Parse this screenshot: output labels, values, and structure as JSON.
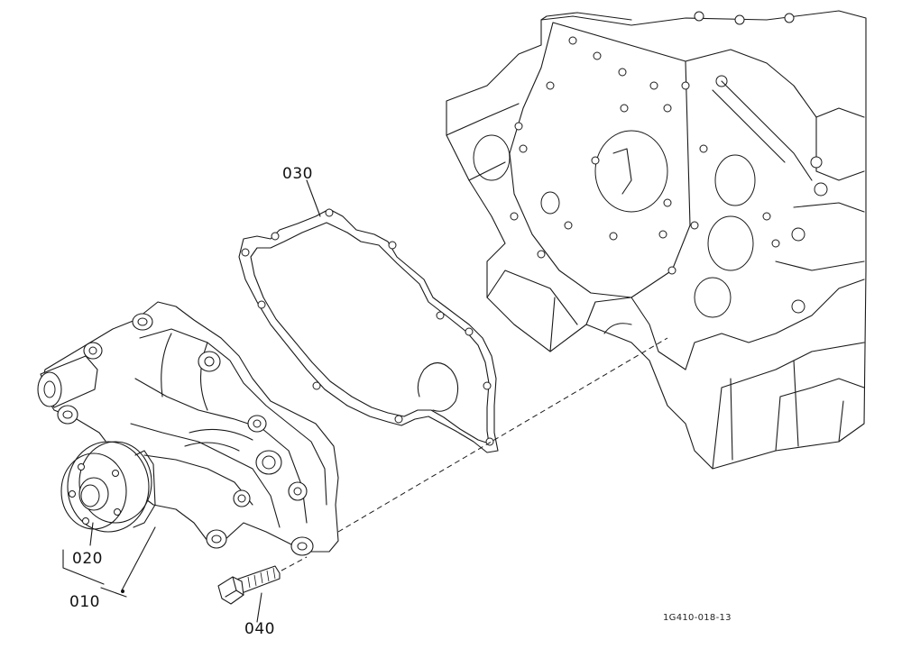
{
  "callouts": {
    "gasket": "030",
    "pump_body": "020",
    "pump_assembly": "010",
    "bolt": "040"
  },
  "figure_code": "1G410-018-13"
}
